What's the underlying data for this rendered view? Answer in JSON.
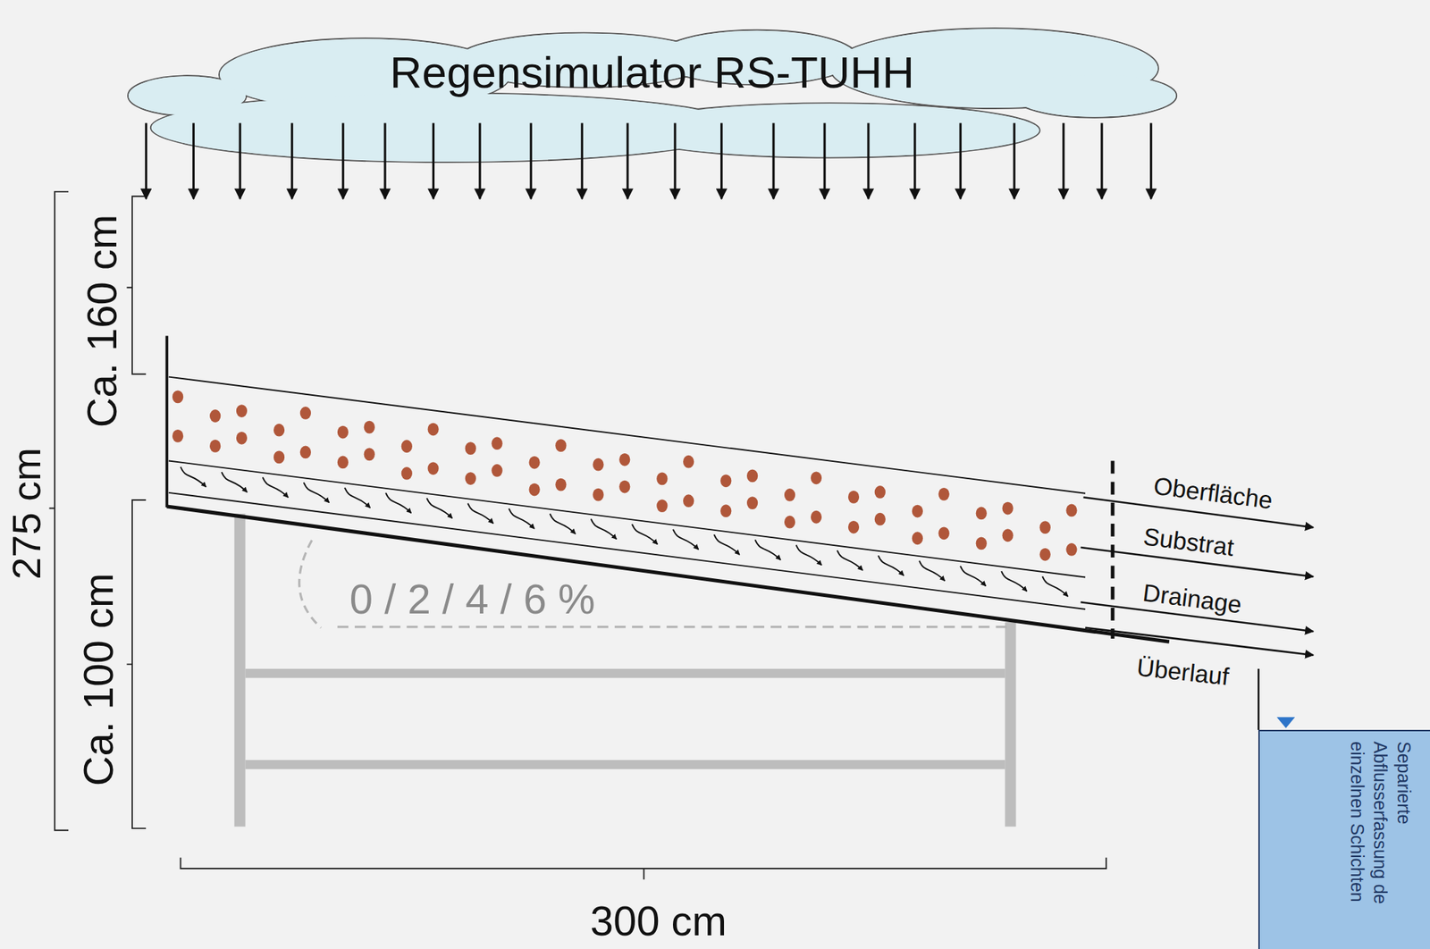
{
  "diagram": {
    "nodes": [
      {
        "text": [
          "Regensimulator RS-TUHH"
        ]
      },
      {
        "text": [
          "Separierte Abflusserfassung de einzelnen Schichten"
        ]
      }
    ],
    "labels": [
      "Ca. 160 cm",
      "275 cm",
      "Ca. 100 cm",
      "0 / 2 / 4 / 6 %",
      "Oberfläche",
      "Substrat",
      "Drainage",
      "Überlauf",
      "300 cm"
    ]
  }
}
